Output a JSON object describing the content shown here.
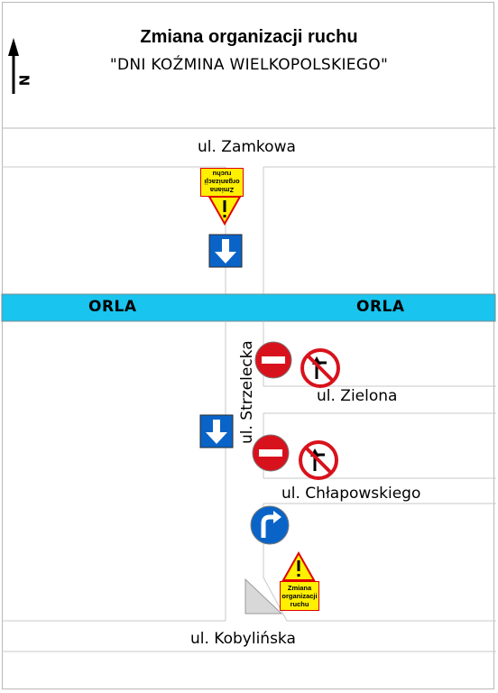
{
  "header": {
    "title": "Zmiana organizacji ruchu",
    "subtitle": "\"DNI KOŹMINA WIELKOPOLSKIEGO\""
  },
  "compass": {
    "label": "N",
    "icon": "north-arrow-icon"
  },
  "streets": {
    "zamkowa": "ul. Zamkowa",
    "orla_left": "ORLA",
    "orla_right": "ORLA",
    "strzelecka": "ul. Strzelecka",
    "zielona": "ul. Zielona",
    "chlapowskiego": "ul. Chłapowskiego",
    "kobylinska": "ul. Kobylińska"
  },
  "signs": {
    "top_plate_lines": [
      "Zmiana",
      "organizacji",
      "ruchu"
    ],
    "bottom_plate_lines": [
      "Zmiana",
      "organizacji",
      "ruchu"
    ],
    "warning_symbol": "!",
    "icons": [
      "warning-triangle-icon",
      "one-way-arrow-down-icon",
      "no-entry-icon",
      "no-left-turn-icon",
      "turn-right-mandatory-icon",
      "traffic-island-icon"
    ]
  },
  "colors": {
    "orla_road": "#19c4ee",
    "sign_blue": "#0a64c8",
    "sign_red": "#d8121c",
    "sign_yellow": "#ffef00"
  }
}
